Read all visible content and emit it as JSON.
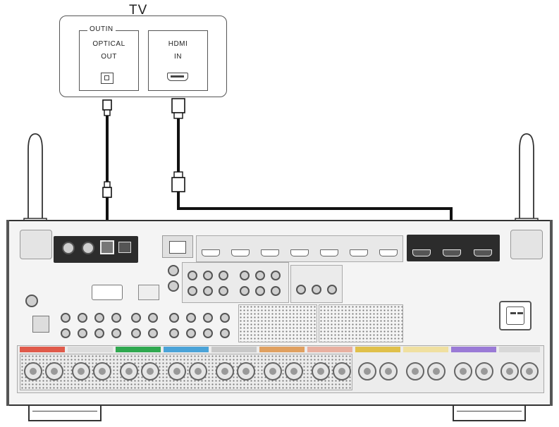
{
  "tv": {
    "title": "TV",
    "group_label": "OUTIN",
    "optical_label_line1": "OPTICAL",
    "optical_label_line2": "OUT",
    "hdmi_label_line1": "HDMI",
    "hdmi_label_line2": "IN"
  },
  "cables": {
    "optical": {
      "type": "optical",
      "from": "TV OPTICAL OUT",
      "to": "receiver optical input"
    },
    "hdmi": {
      "type": "hdmi",
      "from": "TV HDMI IN",
      "to": "receiver HDMI OUT"
    }
  },
  "colors": {
    "line": "#111111",
    "front_left": "#e05a4a",
    "center": "#2fa84f",
    "surround": "#4aa3d8",
    "surround_back": "#9a7ad6",
    "height": "#e0c04a",
    "panel_highlight": "#2c2c2c"
  }
}
